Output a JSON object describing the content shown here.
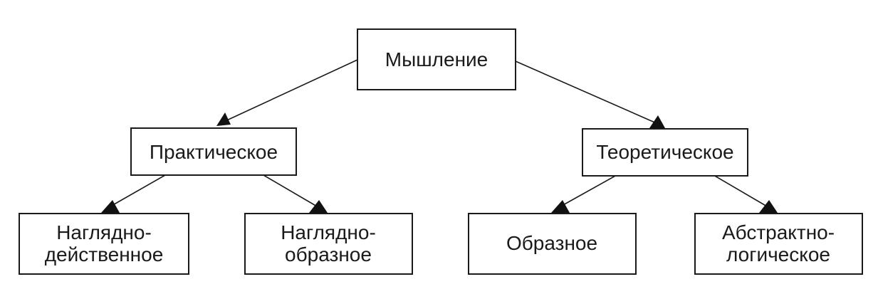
{
  "diagram": {
    "nodes": {
      "root": {
        "label": "Мышление"
      },
      "practical": {
        "label": "Практическое"
      },
      "theoretical": {
        "label": "Теоретическое"
      },
      "visual_action": {
        "line1": "Наглядно-",
        "line2": "действенное"
      },
      "visual_image": {
        "line1": "Наглядно-",
        "line2": "образное"
      },
      "figurative": {
        "label": "Образное"
      },
      "abstract_logical": {
        "line1": "Абстрактно-",
        "line2": "логическое"
      }
    },
    "edges": [
      {
        "from": "root",
        "to": "practical"
      },
      {
        "from": "root",
        "to": "theoretical"
      },
      {
        "from": "practical",
        "to": "visual_action"
      },
      {
        "from": "practical",
        "to": "visual_image"
      },
      {
        "from": "theoretical",
        "to": "figurative"
      },
      {
        "from": "theoretical",
        "to": "abstract_logical"
      }
    ],
    "colors": {
      "stroke": "#1a1a1a",
      "arrow": "#111111",
      "background": "#ffffff"
    }
  }
}
